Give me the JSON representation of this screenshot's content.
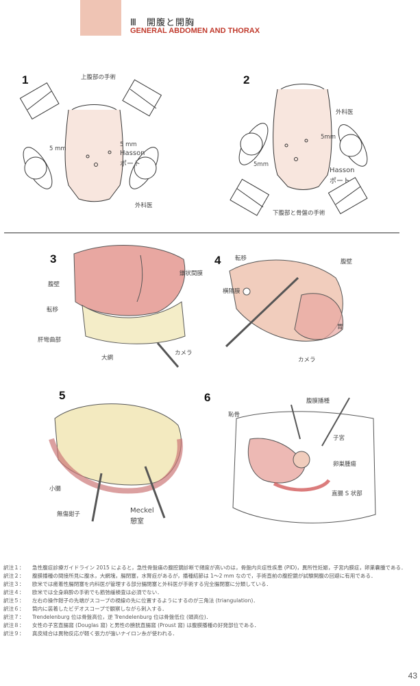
{
  "header": {
    "title_jp": "Ⅲ　開腹と開胸",
    "title_en": "GENERAL ABDOMEN AND THORAX"
  },
  "figures": [
    {
      "number": "1",
      "labels": [
        "上腹部の手術",
        "5 mm",
        "5 mm",
        "Hasson",
        "ポート",
        "外科医"
      ]
    },
    {
      "number": "2",
      "labels": [
        "外科医",
        "5mm",
        "5mm",
        "Hasson",
        "ポート",
        "下腹部と骨盤の手術"
      ]
    },
    {
      "number": "3",
      "labels": [
        "鎌状間膜",
        "腹壁",
        "転移",
        "肝彎曲部",
        "大網",
        "カメラ"
      ]
    },
    {
      "number": "4",
      "labels": [
        "転移",
        "腹壁",
        "横隔膜",
        "胃",
        "カメラ"
      ]
    },
    {
      "number": "5",
      "labels": [
        "小腸",
        "無傷鉗子",
        "Meckel",
        "憩室"
      ]
    },
    {
      "number": "6",
      "labels": [
        "腹膜播種",
        "恥骨",
        "子宮",
        "卵巣腫瘍",
        "直腸 S 状部"
      ]
    }
  ],
  "notes": [
    {
      "key": "訳注１：",
      "text": "急性腹症診療ガイドライン 2015 によると，急性骨盤痛の腹腔鏡診断で頻度が高いのは，骨盤内炎症性疾患 (PID)，異所性妊娠，子宮内膜症，卵巣嚢腫である．"
    },
    {
      "key": "訳注２：",
      "text": "腹膜播種の間接所見に腹水，大網塊，腸閉塞，水腎症があるが，播種結節は 1～2 mm なので，手術直前の腹腔鏡が試験開腹の回避に有用である．"
    },
    {
      "key": "訳注３：",
      "text": "欧米では癒着性腸閉塞を内科医が管理する部分腸閉塞と外科医が手術する完全腸閉塞に分類している．"
    },
    {
      "key": "訳注４：",
      "text": "欧米では全身麻酔の手術でも筋弛緩検査は必須でない．"
    },
    {
      "key": "訳注５：",
      "text": "左右の操作鉗子の先端がスコープの視線の先に位置するようにするのが三角法 (triangulation)．"
    },
    {
      "key": "訳注６：",
      "text": "筒内に装着したビデオスコープで観察しながら刺入する．"
    },
    {
      "key": "訳注７：",
      "text": "Trendelenburg 位は骨盤高位，逆 Trendelenburg 位は骨盤低位 (頭高位)．"
    },
    {
      "key": "訳注８：",
      "text": "女性の子宮直腸窩 (Douglas 窩) と男性の膀胱直腸窩 (Proust 窩) は腹膜播種の好発部位である．"
    },
    {
      "key": "訳注９：",
      "text": "真皮縫合は異物反応が軽く張力が強いナイロン糸が使われる．"
    }
  ],
  "page_number": "43",
  "colors": {
    "tab": "#efc4b4",
    "title_en": "#c0392b",
    "flesh": "#f1cdbd",
    "liver": "#e8a7a1",
    "mesentery": "#f0e5b0"
  }
}
